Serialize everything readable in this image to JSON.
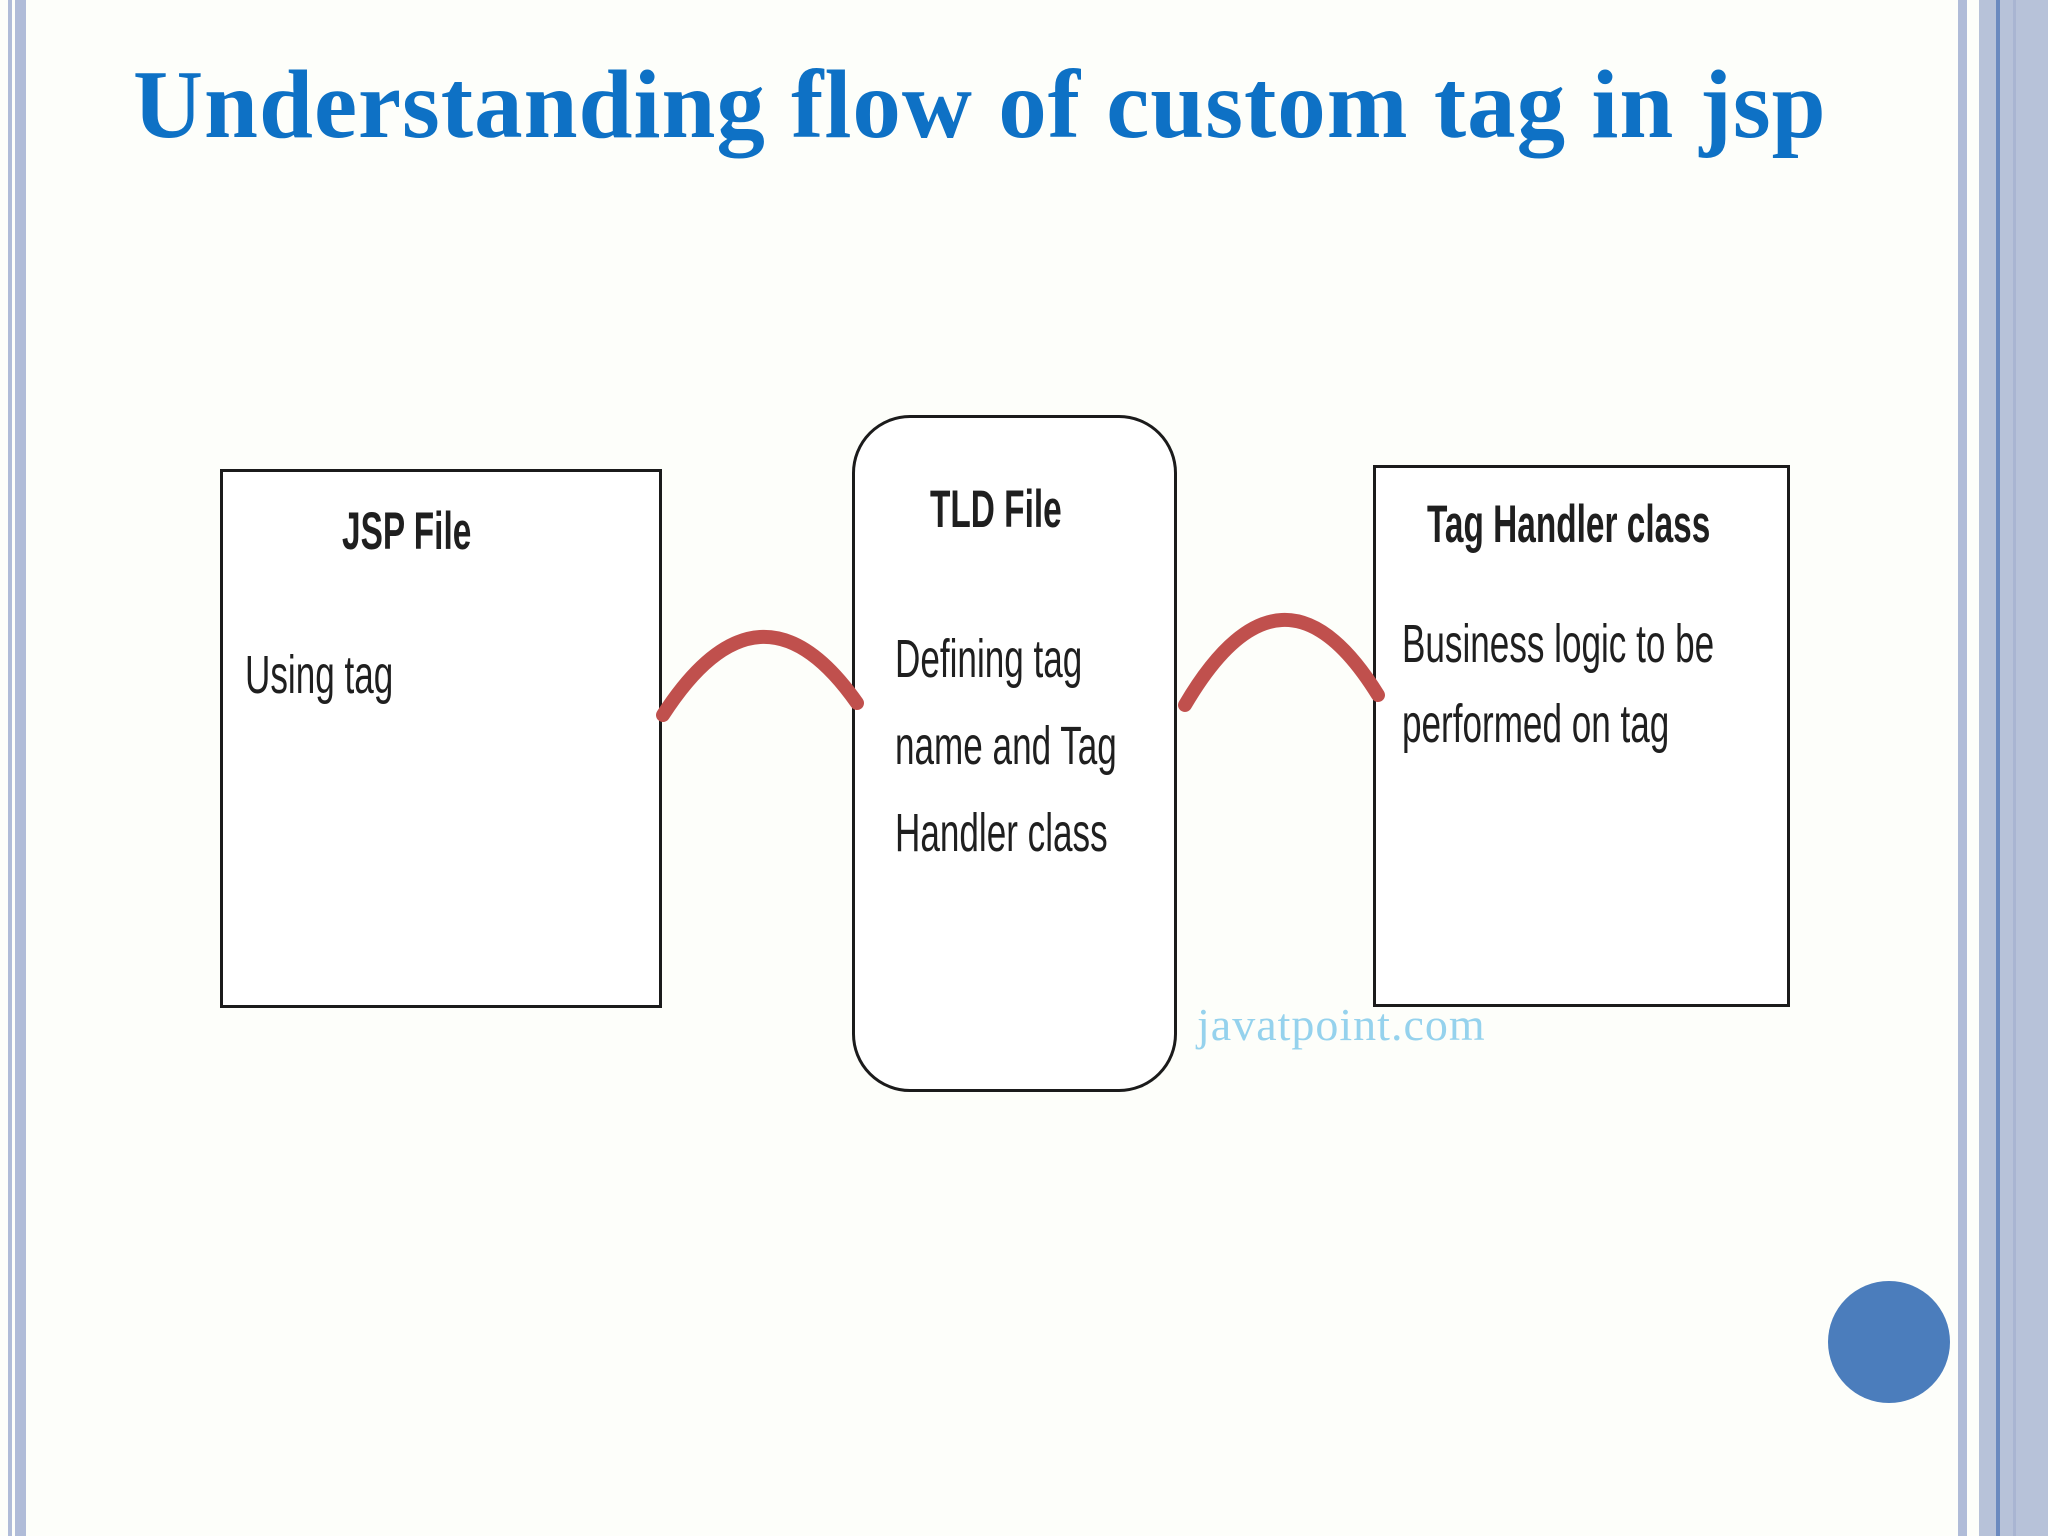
{
  "slide": {
    "title": "Understanding flow of custom tag in jsp",
    "watermark": "javatpoint.com"
  },
  "diagram": {
    "jsp_box": {
      "title": "JSP File",
      "body": "Using tag"
    },
    "tld_box": {
      "title": "TLD File",
      "body": "Defining tag name and Tag Handler class"
    },
    "handler_box": {
      "title": "Tag Handler class",
      "body": "Business logic to be performed on tag"
    }
  },
  "colors": {
    "background": "#fdfefa",
    "title_text": "#0e71c5",
    "body_text": "#1f1f1f",
    "box_fill": "#ffffff",
    "box_border": "#1b1b1b",
    "arc": "#c0504d",
    "circle": "#4b7dbc",
    "stripe": "#b0bcd8",
    "band": "#b7c2d9",
    "band_line_dark": "#6b8abf",
    "band_line_mid": "#a9b5d2",
    "watermark": "#95d2ed"
  }
}
